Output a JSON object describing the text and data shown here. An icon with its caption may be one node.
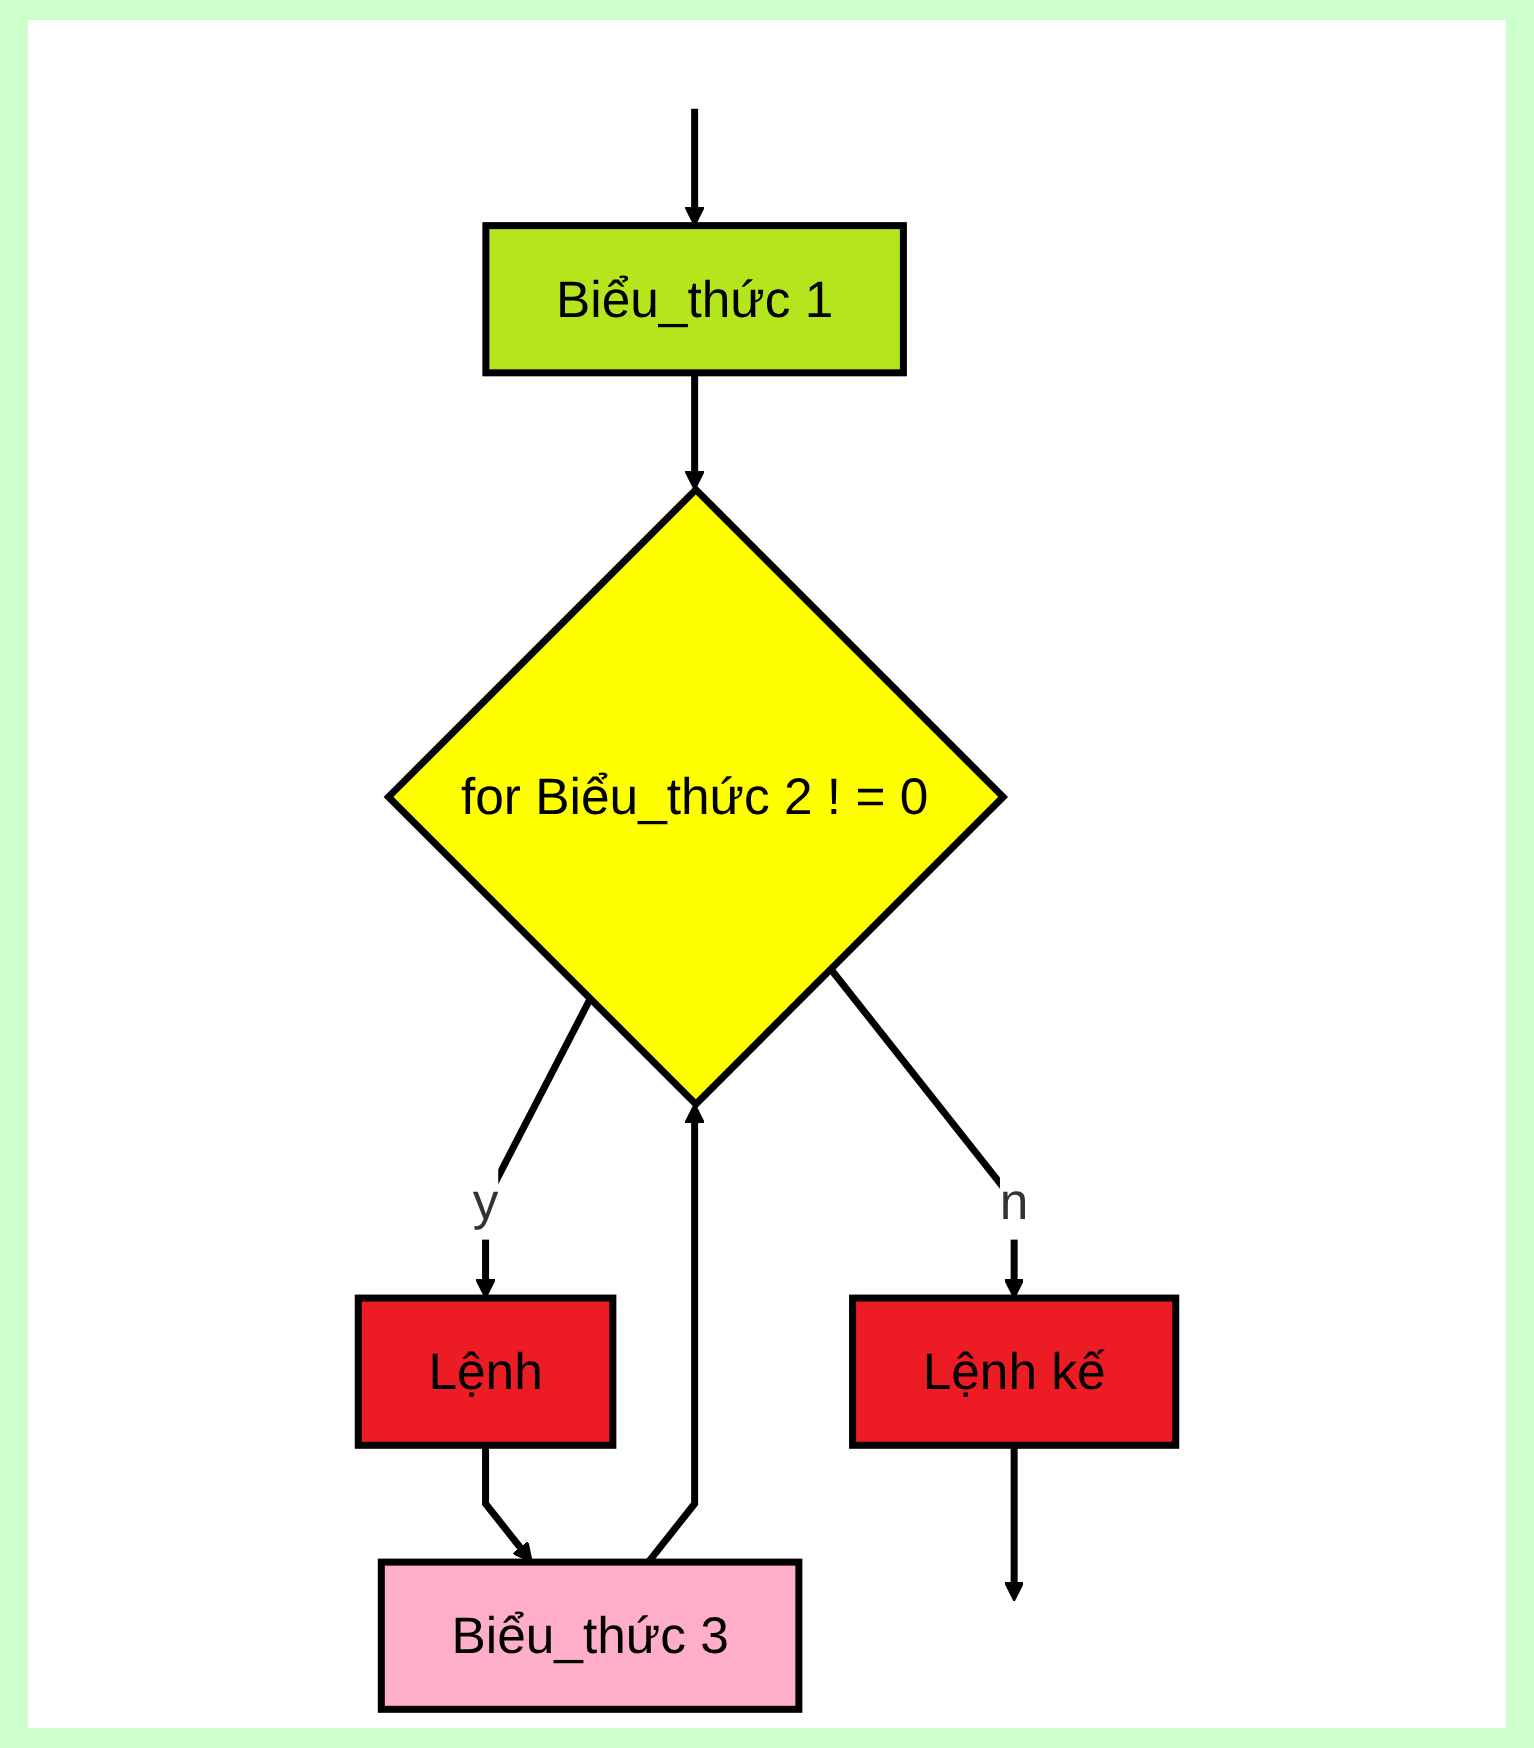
{
  "diagram": {
    "nodes": [
      {
        "text": [
          "Biểu_thức 1"
        ]
      },
      {
        "text": [
          "for Biểu_thức 2 ! = 0"
        ]
      },
      {
        "text": [
          "Lệnh"
        ]
      },
      {
        "text": [
          "Biểu_thức 3"
        ]
      },
      {
        "text": [
          "Lệnh kế"
        ]
      }
    ],
    "edges": [
      {
        "from": null,
        "to": 0,
        "arrow": "to"
      },
      {
        "from": 0,
        "to": 1,
        "arrow": "to"
      },
      {
        "from": 1,
        "to": 2,
        "label": "y",
        "arrow": "to"
      },
      {
        "from": 1,
        "to": 4,
        "label": "n",
        "arrow": "to"
      },
      {
        "from": 2,
        "to": 3,
        "arrow": "to"
      },
      {
        "from": 3,
        "to": 1,
        "arrow": "to"
      },
      {
        "from": 4,
        "to": null,
        "arrow": "to"
      }
    ]
  }
}
